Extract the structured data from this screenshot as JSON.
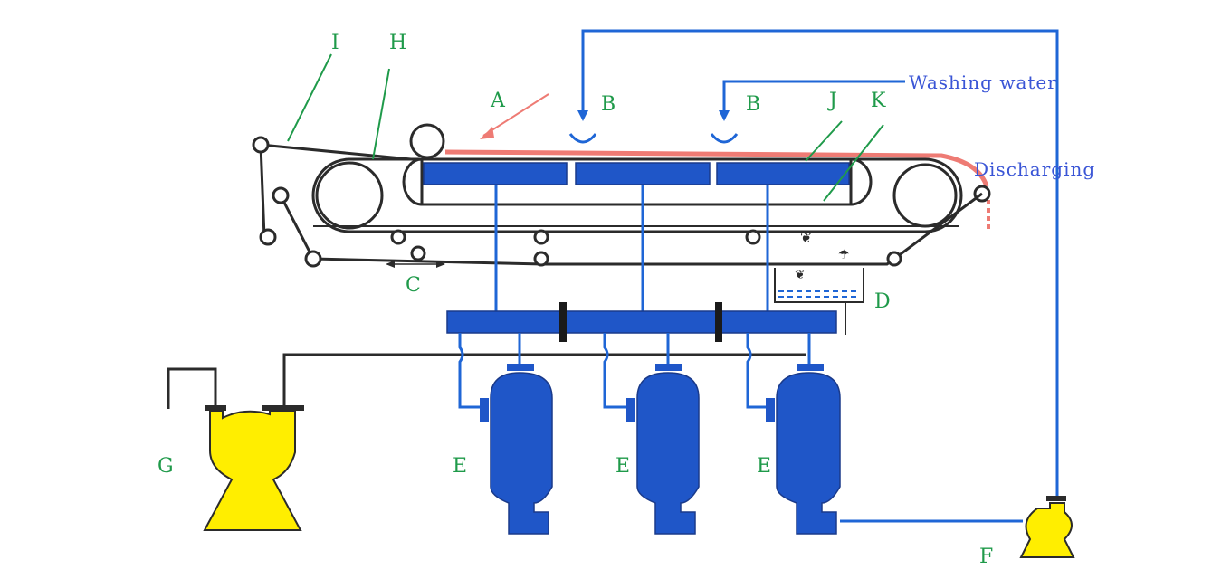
{
  "labels": {
    "I": "I",
    "H": "H",
    "A": "A",
    "B1": "B",
    "B2": "B",
    "J": "J",
    "K": "K",
    "C": "C",
    "D": "D",
    "E1": "E",
    "E2": "E",
    "E3": "E",
    "F": "F",
    "G": "G"
  },
  "texts": {
    "washing_water": "Washing water",
    "discharging": "Discharging"
  },
  "colors": {
    "pipe_blue": "#1f66d6",
    "vessel_blue": "#1f56c8",
    "pump_yellow": "#ffee00",
    "cake_red": "#ee7b74",
    "label_green": "#1f9a4a",
    "text_blue": "#3a55d6"
  }
}
